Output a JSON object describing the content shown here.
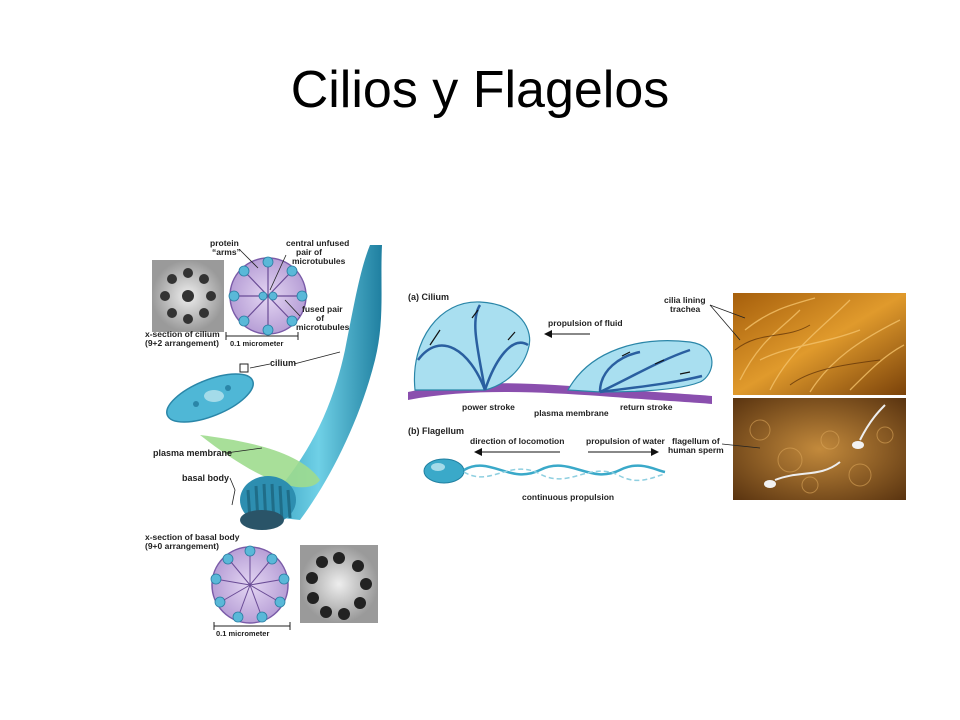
{
  "title": "Cilios y Flagelos",
  "left_labels": {
    "protein_arms": [
      "protein",
      "“arms”"
    ],
    "central_pair": [
      "central unfused",
      "pair of",
      "microtubules"
    ],
    "fused_pair": [
      "fused pair",
      "of",
      "microtubules"
    ],
    "xsection_cilium": [
      "x-section of cilium",
      "(9+2 arrangement)"
    ],
    "scale_top": "0.1 micrometer",
    "cilium": "cilium",
    "plasma_membrane": "plasma membrane",
    "basal_body": "basal body",
    "xsection_basal": [
      "x-section of basal body",
      "(9+0 arrangement)"
    ],
    "scale_bottom": "0.1 micrometer"
  },
  "panel_a": {
    "heading": "(a) Cilium",
    "propulsion": "propulsion of fluid",
    "power_stroke": "power stroke",
    "plasma_membrane": "plasma membrane",
    "return_stroke": "return stroke"
  },
  "panel_b": {
    "heading": "(b) Flagellum",
    "locomotion": "direction of locomotion",
    "propulsion": "propulsion of water",
    "continuous": "continuous propulsion"
  },
  "photo_labels": {
    "trachea": [
      "cilia lining",
      "trachea"
    ],
    "sperm": [
      "flagellum of",
      "human sperm"
    ]
  },
  "colors": {
    "cyan": "#3aa9c9",
    "cyan_light": "#8fd3e6",
    "lavender": "#c9b6e0",
    "purple_membrane": "#8a4fae",
    "trachea_orange": "#c77a14",
    "sperm_brown": "#8a5218"
  }
}
